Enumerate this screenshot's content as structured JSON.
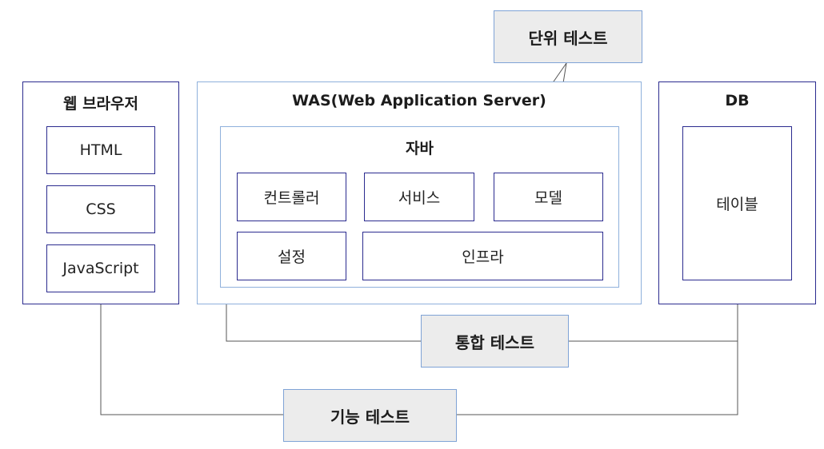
{
  "unit_test": {
    "label": "단위 테스트"
  },
  "integration_test": {
    "label": "통합 테스트"
  },
  "functional_test": {
    "label": "기능 테스트"
  },
  "browser": {
    "title": "웹 브라우저",
    "items": [
      "HTML",
      "CSS",
      "JavaScript"
    ]
  },
  "was": {
    "title": "WAS(Web Application Server)",
    "java": {
      "title": "자바",
      "components": {
        "controller": "컨트롤러",
        "service": "서비스",
        "model": "모델",
        "config": "설정",
        "infra": "인프라"
      }
    }
  },
  "db": {
    "title": "DB",
    "table": "테이블"
  },
  "colors": {
    "frame_border": "#2b2b8f",
    "light_border": "#8fb0dc",
    "test_fill": "#ececec",
    "connector": "#555555"
  }
}
